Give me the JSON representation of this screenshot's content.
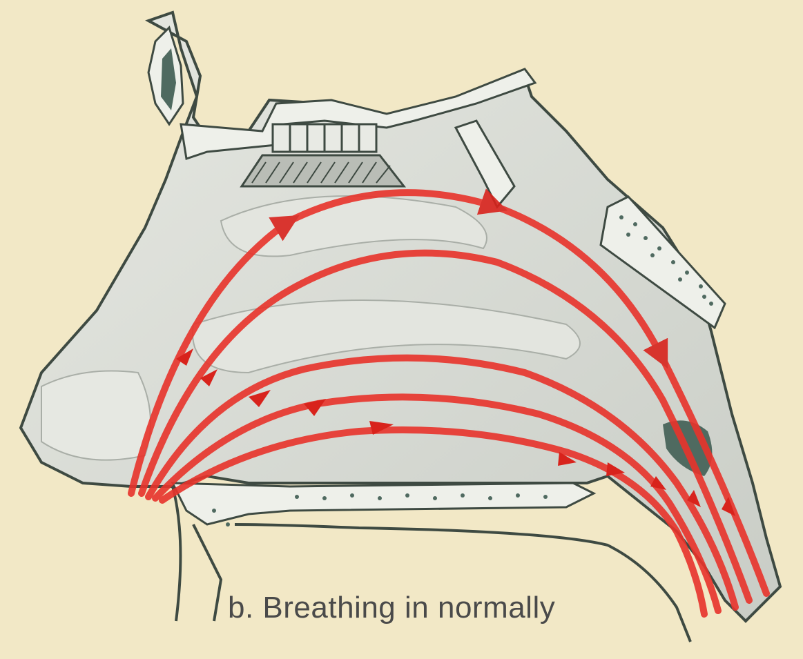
{
  "caption": "b. Breathing in normally",
  "colors": {
    "background": "#f2e8c6",
    "tissue": "#d9dcd6",
    "tissue_light": "#e8eae4",
    "outline": "#3e4a42",
    "bone_fill": "#eef0ea",
    "dark_region": "#4f6a60",
    "airflow": "#e8332b"
  },
  "airflow": {
    "direction": "inhaled air enters at the nostril and flows upward, across and down to the back of the throat",
    "arrow_count": 5
  }
}
